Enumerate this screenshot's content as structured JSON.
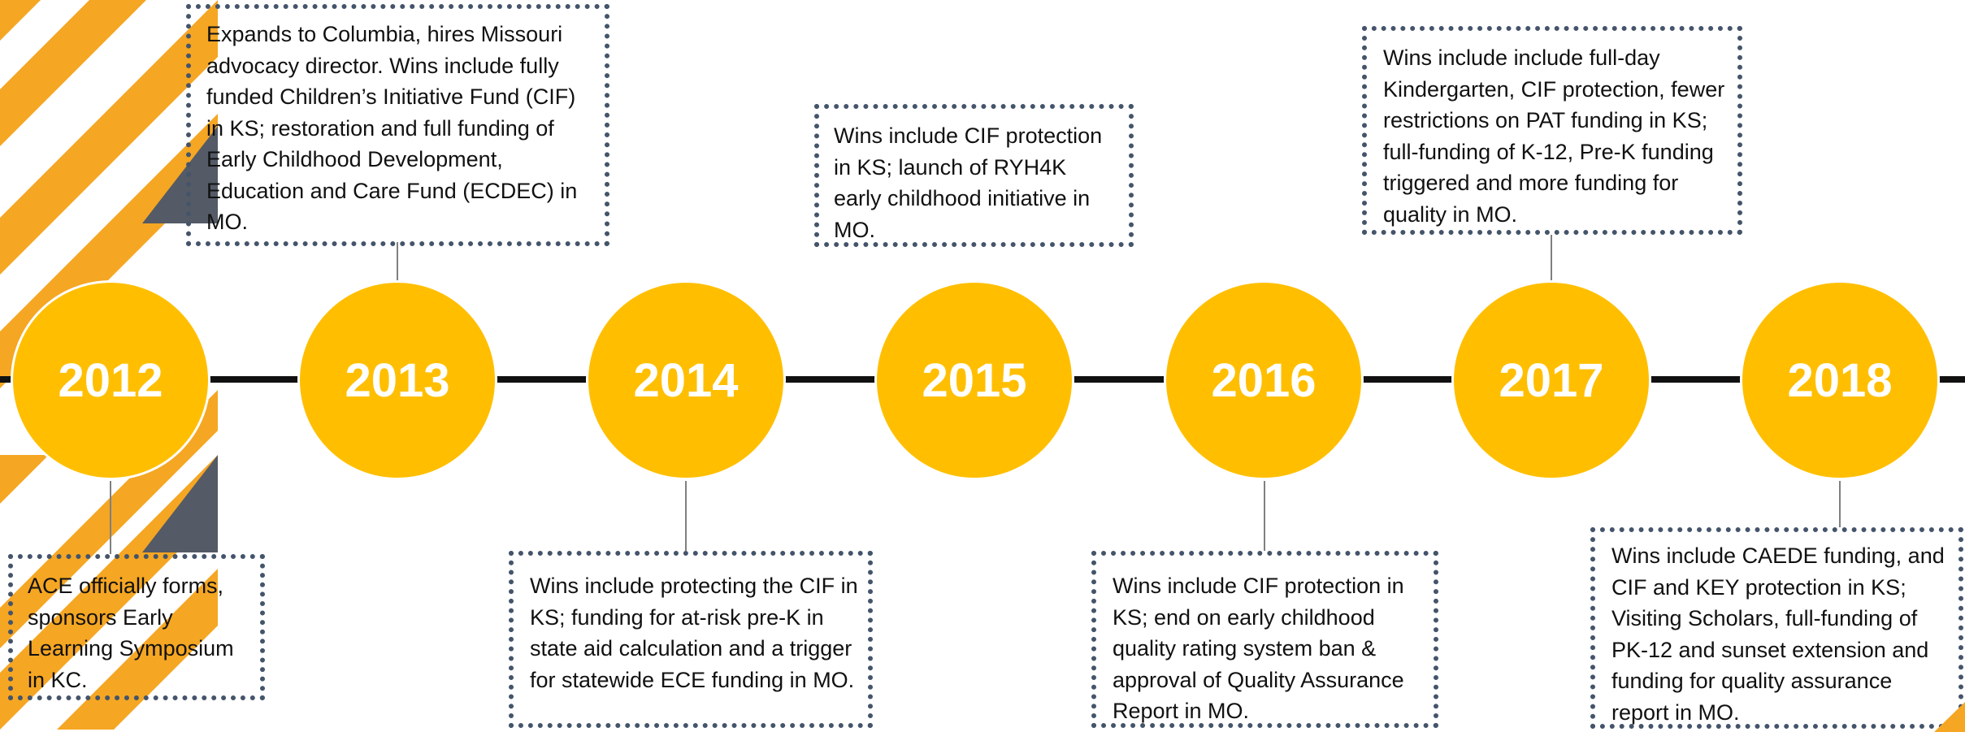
{
  "colors": {
    "node_fill": "#ffbf00",
    "accent_orange": "#f5a623",
    "accent_slate": "#545a66",
    "box_border": "#44546a",
    "line": "#111111"
  },
  "timeline": [
    {
      "year": "2012",
      "position": "below",
      "text": "ACE officially forms, sponsors Early Learning Symposium in KC."
    },
    {
      "year": "2013",
      "position": "above",
      "text": "Expands to Columbia, hires Missouri advocacy director. Wins include fully funded Children’s Initiative Fund (CIF) in KS; restoration and full funding of Early Childhood Development, Education and Care Fund (ECDEC) in MO."
    },
    {
      "year": "2014",
      "position": "below",
      "text": "Wins include protecting the CIF in KS; funding for at-risk pre-K in state aid calculation and a trigger for statewide ECE funding in MO."
    },
    {
      "year": "2015",
      "position": "above",
      "text": "Wins include CIF protection in KS; launch of RYH4K early childhood initiative in MO."
    },
    {
      "year": "2016",
      "position": "below",
      "text": "Wins include CIF protection in KS; end on early childhood quality rating system ban & approval of Quality Assurance Report in MO."
    },
    {
      "year": "2017",
      "position": "above",
      "text": "Wins include include full-day Kindergarten, CIF protection, fewer restrictions on PAT funding in KS; full-funding of K-12, Pre-K funding triggered and more funding for quality in MO."
    },
    {
      "year": "2018",
      "position": "below",
      "text": "Wins include CAEDE funding, and CIF and KEY protection in KS; Visiting Scholars, full-funding of PK-12 and sunset extension and funding for quality assurance report in MO."
    }
  ]
}
